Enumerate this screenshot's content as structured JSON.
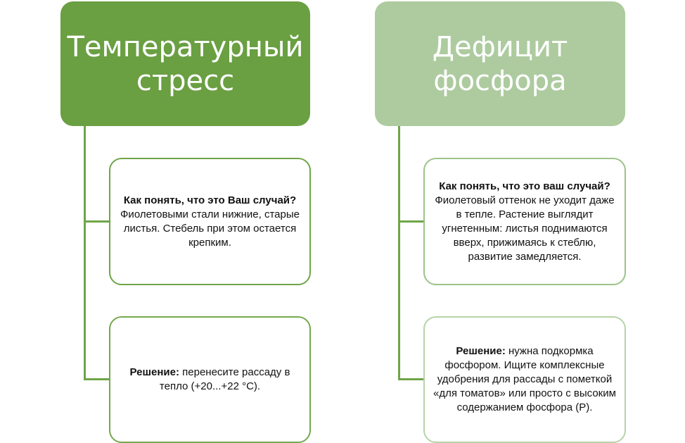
{
  "columns": [
    {
      "header": "Температурный стресс",
      "header_color": "#6a9f42",
      "cards": [
        {
          "bold": "Как понять, что это Ваш случай?",
          "text": "Фиолетовыми стали нижние, старые листья. Стебель при этом остается крепким."
        },
        {
          "bold": "Решение:",
          "text": " перенесите рассаду в тепло (+20...+22 °С)."
        }
      ]
    },
    {
      "header": "Дефицит фосфора",
      "header_color": "#adcb9f",
      "cards": [
        {
          "bold": "Как понять, что это ваш случай?",
          "text": "Фиолетовый оттенок не уходит даже в тепле. Растение выглядит угнетенным: листья поднимаются вверх, прижимаясь к стеблю, развитие замедляется."
        },
        {
          "bold": "Решение:",
          "text": " нужна подкормка фосфором. Ищите комплексные удобрения для рассады с пометкой «для томатов» или просто с высоким содержанием фосфора (Р)."
        }
      ]
    }
  ]
}
